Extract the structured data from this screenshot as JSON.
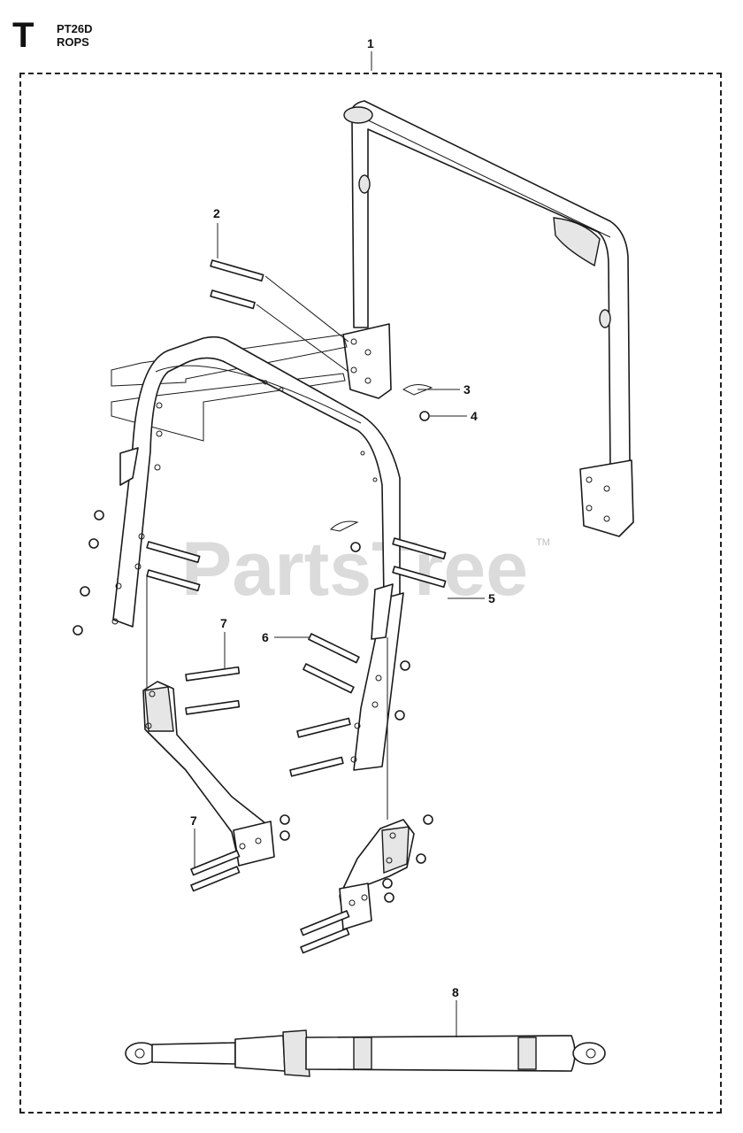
{
  "header": {
    "section_letter": "T",
    "model": "PT26D",
    "assembly": "ROPS"
  },
  "watermark": {
    "text": "PartsTree",
    "tm": "TM"
  },
  "callouts": [
    {
      "id": "callout-1",
      "label": "1"
    },
    {
      "id": "callout-2",
      "label": "2"
    },
    {
      "id": "callout-3",
      "label": "3"
    },
    {
      "id": "callout-4",
      "label": "4"
    },
    {
      "id": "callout-5",
      "label": "5"
    },
    {
      "id": "callout-6",
      "label": "6"
    },
    {
      "id": "callout-7a",
      "label": "7"
    },
    {
      "id": "callout-7b",
      "label": "7"
    },
    {
      "id": "callout-8",
      "label": "8"
    }
  ]
}
